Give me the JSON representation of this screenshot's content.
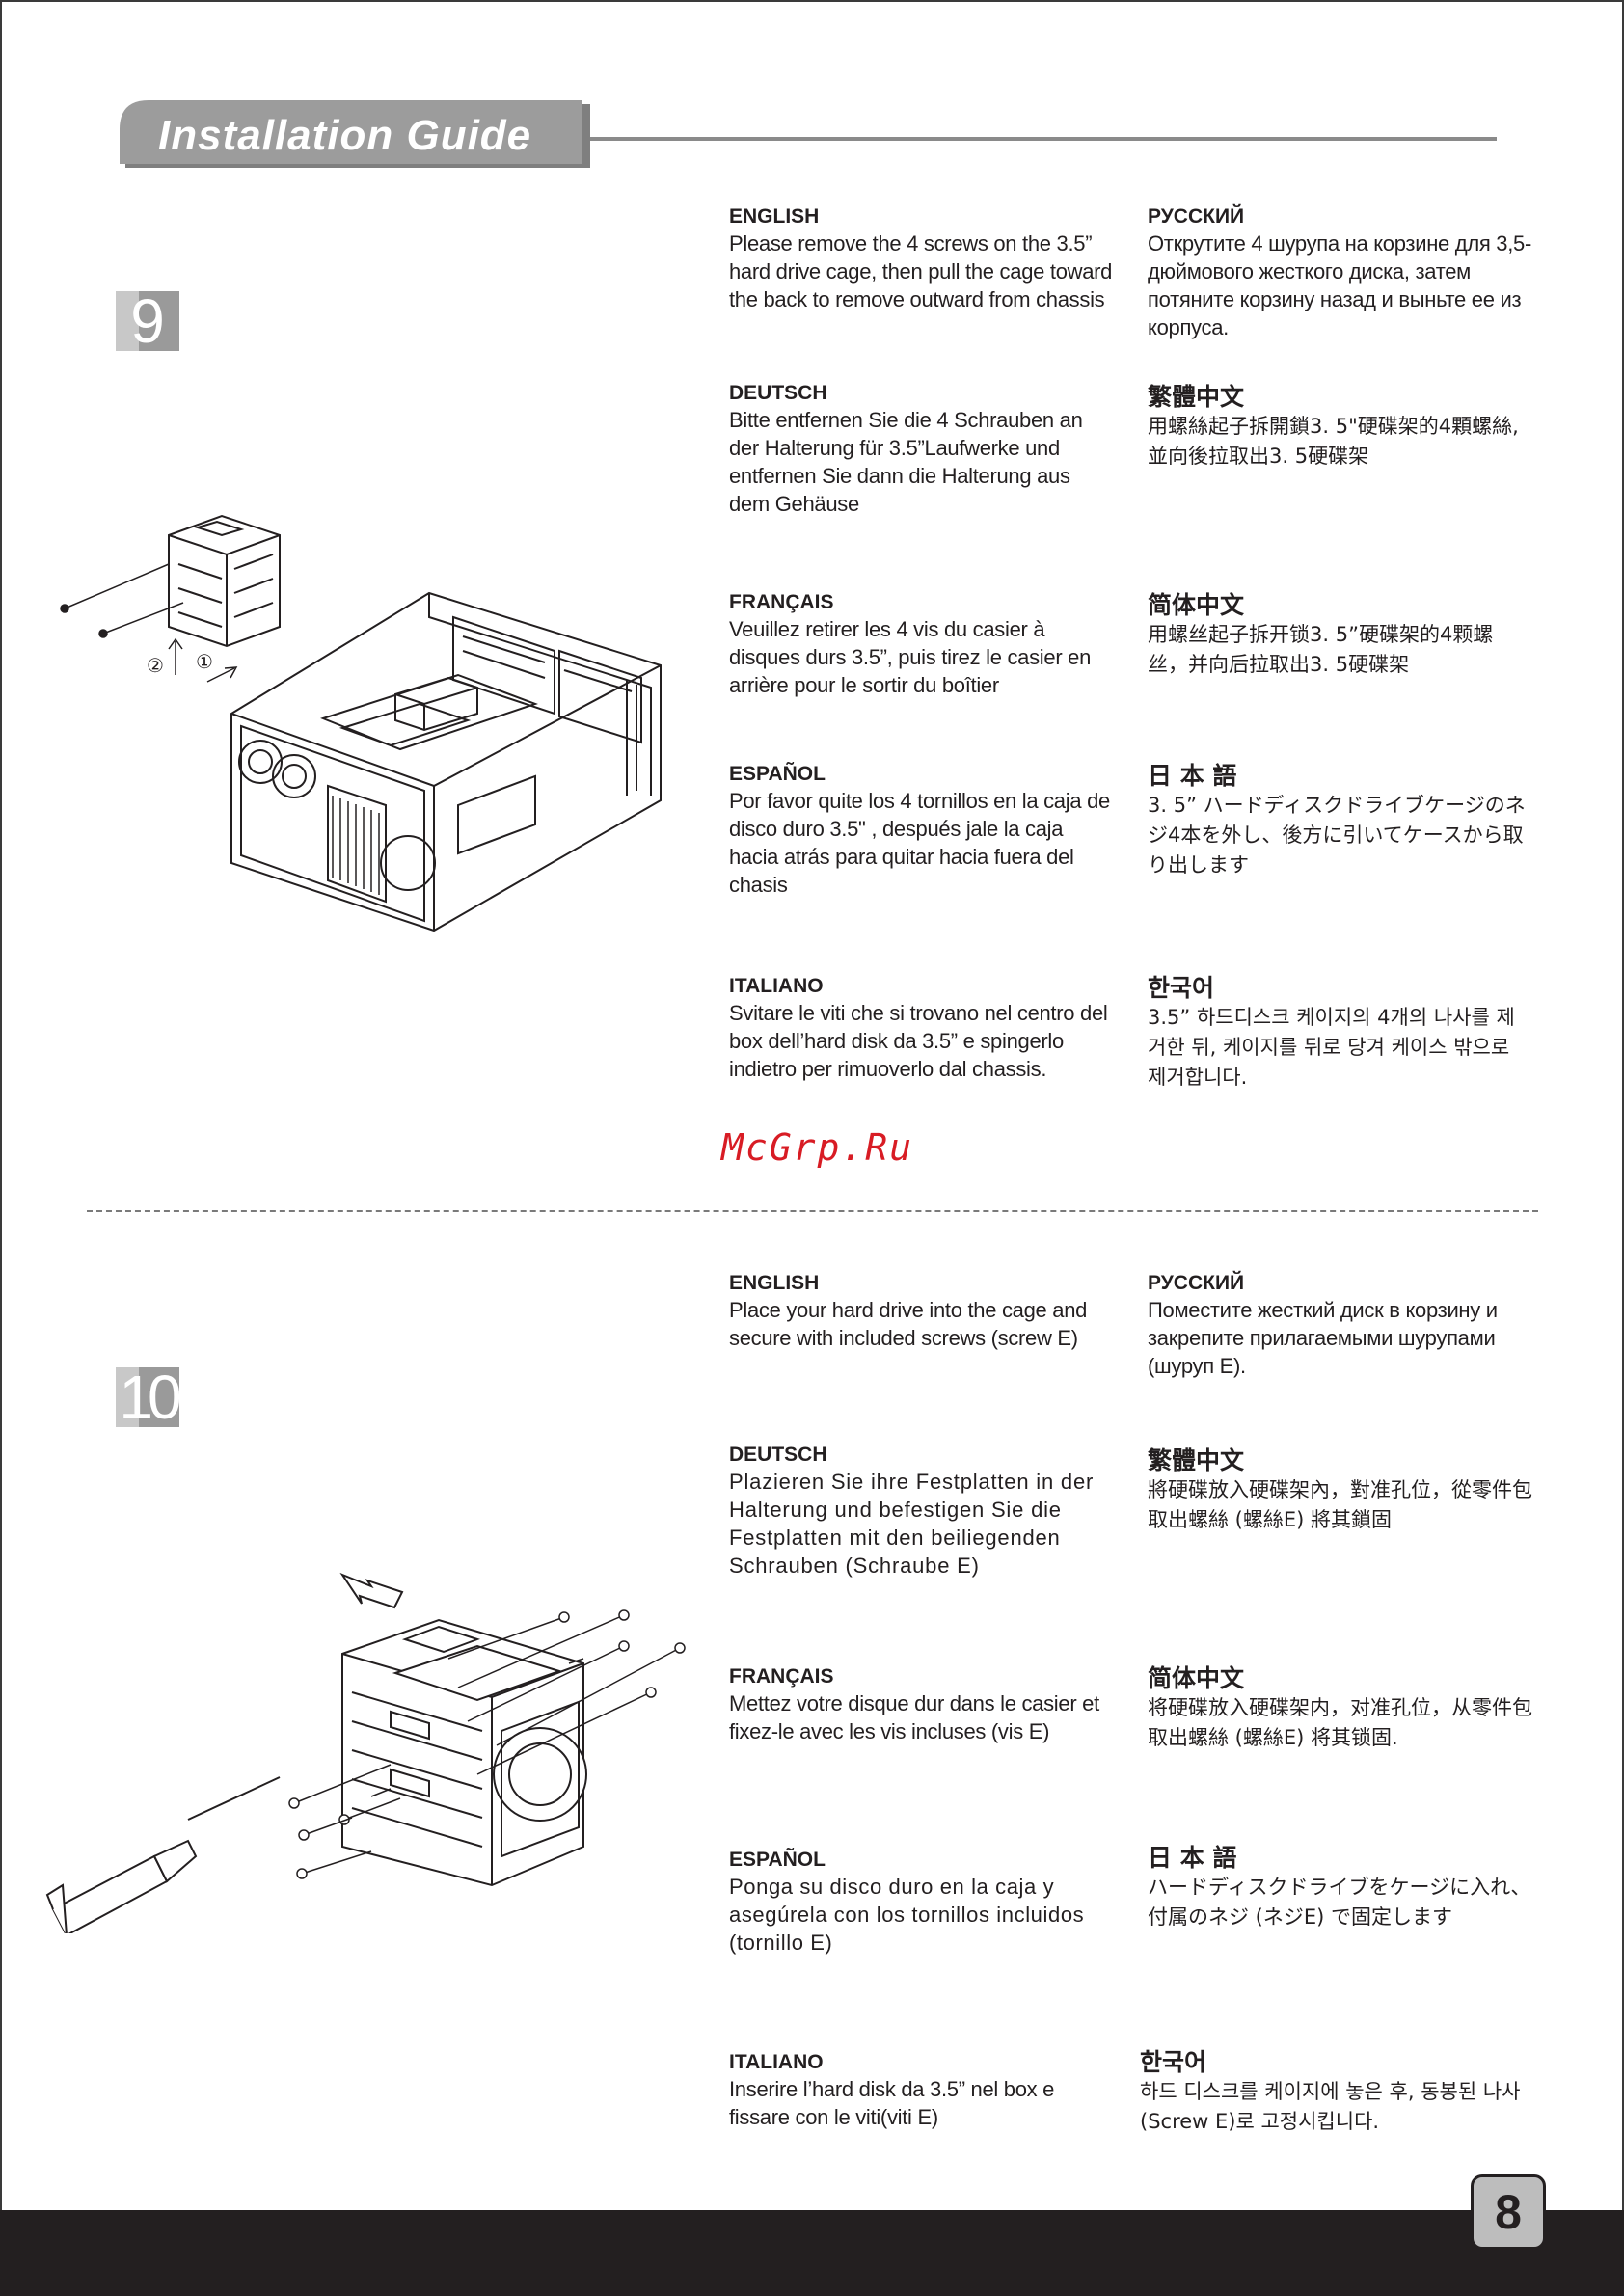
{
  "header": {
    "title": "Installation Guide"
  },
  "watermark": "McGrp.Ru",
  "page_number": "8",
  "step9": {
    "number": "9",
    "left": [
      {
        "title": "ENGLISH",
        "text": "Please remove the 4 screws on the 3.5” hard drive cage, then pull the cage toward the back to remove outward from chassis"
      },
      {
        "title": "DEUTSCH",
        "text": "Bitte entfernen Sie die 4 Schrauben an der Halterung für 3.5”Laufwerke und entfernen Sie dann die Halterung aus dem Gehäuse"
      },
      {
        "title": "FRANÇAIS",
        "text": "Veuillez retirer les 4 vis du casier à disques durs 3.5”, puis tirez le casier en arrière pour le sortir du boîtier"
      },
      {
        "title": "ESPAÑOL",
        "text": "Por favor quite los 4 tornillos en la caja de disco duro 3.5\" , después jale la caja hacia atrás para quitar hacia fuera del chasis"
      },
      {
        "title": "ITALIANO",
        "text": "Svitare le viti che si trovano nel centro del box dell’hard disk da 3.5” e spingerlo indietro per rimuoverlo dal chassis."
      }
    ],
    "right": [
      {
        "title": "РУССКИЙ",
        "text": "Открутите 4 шурупа на корзине для 3,5-дюймового жесткого диска, затем потяните корзину назад и выньте ее из корпуса."
      },
      {
        "title": "繁體中文",
        "text": "用螺絲起子拆開鎖3. 5\"硬碟架的4顆螺絲, 並向後拉取出3. 5硬碟架"
      },
      {
        "title": "简体中文",
        "text": "用螺丝起子拆开锁3. 5”硬碟架的4颗螺丝，并向后拉取出3. 5硬碟架"
      },
      {
        "title": "日 本 語",
        "text": "3. 5” ハードディスクドライブケージのネジ4本を外し、後方に引いてケースから取り出します"
      },
      {
        "title": "한국어",
        "text": "3.5” 하드디스크 케이지의 4개의 나사를 제거한 뒤, 케이지를 뒤로 당겨 케이스 밖으로 제거합니다."
      }
    ],
    "callouts": [
      "②",
      "①"
    ]
  },
  "step10": {
    "number": "10",
    "left": [
      {
        "title": "ENGLISH",
        "text": "Place your hard drive into the cage and secure with included screws (screw E)"
      },
      {
        "title": "DEUTSCH",
        "text": "Plazieren Sie ihre Festplatten in der Halterung und befestigen Sie die Festplatten mit den beiliegenden Schrauben (Schraube E)"
      },
      {
        "title": "FRANÇAIS",
        "text": "Mettez votre disque dur dans le casier et fixez-le avec les vis incluses (vis E)"
      },
      {
        "title": "ESPAÑOL",
        "text": "Ponga su disco duro en la caja y asegúrela con los tornillos incluidos (tornillo E)"
      },
      {
        "title": "ITALIANO",
        "text": "Inserire l’hard disk da 3.5” nel box e fissare con le viti(viti E)"
      }
    ],
    "right": [
      {
        "title": "РУССКИЙ",
        "text": "Поместите жесткий диск в корзину и закрепите прилагаемыми шурупами (шуруп E)."
      },
      {
        "title": "繁體中文",
        "text": "將硬碟放入硬碟架內，對准孔位，從零件包取出螺絲 (螺絲E) 將其鎖固"
      },
      {
        "title": "简体中文",
        "text": "将硬碟放入硬碟架内，对准孔位，从零件包取出螺絲 (螺絲E) 将其锁固."
      },
      {
        "title": "日 本 語",
        "text": "ハードディスクドライブをケージに入れ、付属のネジ (ネジE) で固定します"
      },
      {
        "title": "한국어",
        "text": "하드 디스크를 케이지에 놓은 후, 동봉된 나사(Screw E)로 고정시킵니다."
      }
    ]
  }
}
